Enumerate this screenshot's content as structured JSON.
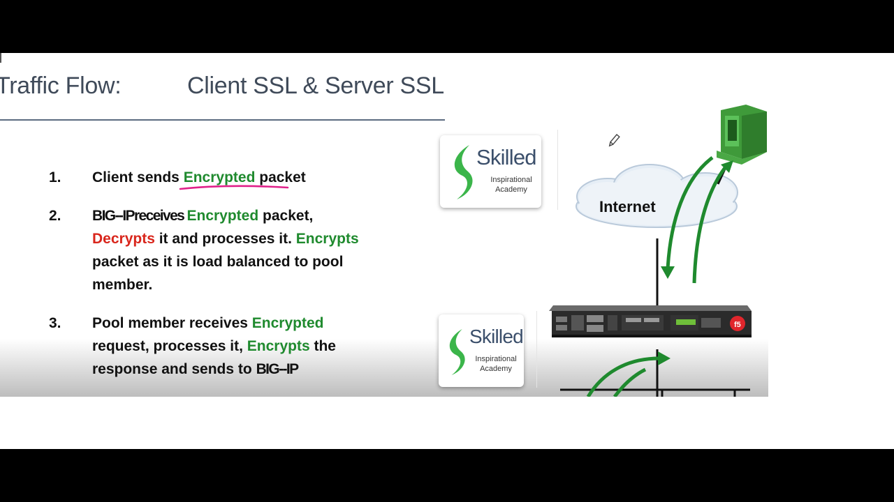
{
  "slide": {
    "title_left": "Traffic Flow:",
    "title_right": "Client SSL & Server SSL"
  },
  "steps": [
    {
      "number": "1.",
      "lines": [
        [
          {
            "t": "Client sends ",
            "c": "black"
          },
          {
            "t": "Encrypted",
            "c": "green"
          },
          {
            "t": " packet",
            "c": "black"
          }
        ]
      ]
    },
    {
      "number": "2.",
      "lines": [
        [
          {
            "t": "BIG--IPreceives ",
            "c": "black",
            "cond": true
          },
          {
            "t": "Encrypted",
            "c": "green"
          },
          {
            "t": " packet,",
            "c": "black"
          }
        ],
        [
          {
            "t": "Decrypts",
            "c": "red"
          },
          {
            "t": " it and processes it. ",
            "c": "black"
          },
          {
            "t": "Encrypts",
            "c": "green"
          }
        ],
        [
          {
            "t": "packet as it is load balanced to pool",
            "c": "black"
          }
        ],
        [
          {
            "t": "member.",
            "c": "black"
          }
        ]
      ]
    },
    {
      "number": "3.",
      "lines": [
        [
          {
            "t": "Pool member receives ",
            "c": "black"
          },
          {
            "t": "Encrypted",
            "c": "green"
          }
        ],
        [
          {
            "t": "request, processes it, ",
            "c": "black"
          },
          {
            "t": "Encrypts",
            "c": "green"
          },
          {
            "t": " the",
            "c": "black"
          }
        ],
        [
          {
            "t": "response and sends to ",
            "c": "black"
          },
          {
            "t": "BIG--IP",
            "c": "black",
            "cond": true
          }
        ]
      ]
    }
  ],
  "diagram": {
    "internet_label": "Internet",
    "logo": {
      "word": "Skilled",
      "sub_line1": "Inspirational",
      "sub_line2": "Academy"
    }
  },
  "colors": {
    "green": "#1f8a2e",
    "red": "#d9261c",
    "title": "#3f4a59",
    "underline": "#e0218a"
  },
  "icons": [
    "computer-icon",
    "cloud-icon",
    "load-balancer-device-icon",
    "skilled-logo-icon",
    "annotation-pen-icon"
  ]
}
